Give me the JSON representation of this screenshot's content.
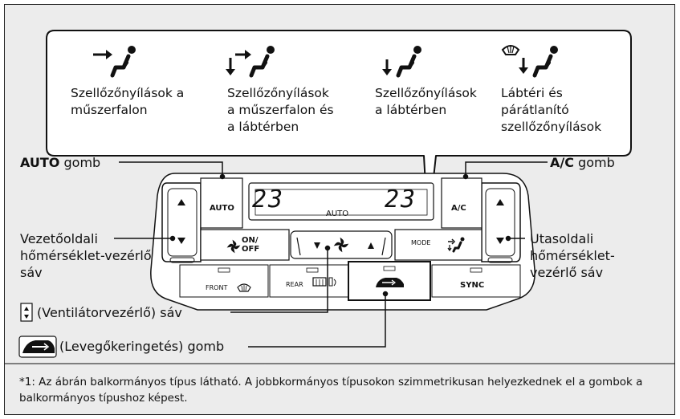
{
  "modes": [
    {
      "label_line1": "Szellőzőnyílások a",
      "label_line2": "műszerfalon",
      "label_line3": "",
      "icon": "vent-face-icon"
    },
    {
      "label_line1": "Szellőzőnyílások",
      "label_line2": "a műszerfalon és",
      "label_line3": "a lábtérben",
      "icon": "vent-face-feet-icon"
    },
    {
      "label_line1": "Szellőzőnyílások",
      "label_line2": "a lábtérben",
      "label_line3": "",
      "icon": "vent-feet-icon"
    },
    {
      "label_line1": "Lábtéri és",
      "label_line2": "párátlanító",
      "label_line3": "szellőzőnyílások",
      "icon": "vent-feet-defrost-icon"
    }
  ],
  "callouts": {
    "auto_bold": "AUTO",
    "auto_rest": " gomb",
    "ac_bold": "A/C",
    "ac_rest": " gomb",
    "driver_line1": "Vezetőoldali",
    "driver_line2": "hőmérséklet-vezérlő",
    "driver_line3": "sáv",
    "passenger_line1": "Utasoldali",
    "passenger_line2": "hőmérséklet-",
    "passenger_line3": "vezérlő sáv",
    "fan": "(Ventilátorvezérlő) sáv",
    "recirc": "(Levegőkeringetés) gomb"
  },
  "panel": {
    "display_left_temp": "23",
    "display_mode": "AUTO",
    "display_right_temp": "23",
    "auto_button": "AUTO",
    "ac_button": "A/C",
    "on_off_top": "ON/",
    "on_off_bottom": "OFF",
    "mode_button": "MODE",
    "front_button": "FRONT",
    "rear_button": "REAR",
    "sync_button": "SYNC"
  },
  "footnote": "*1: Az ábrán balkormányos típus látható. A jobbkormányos típusokon szimmetrikusan helyezkednek el a gombok a balkormányos típushoz képest."
}
